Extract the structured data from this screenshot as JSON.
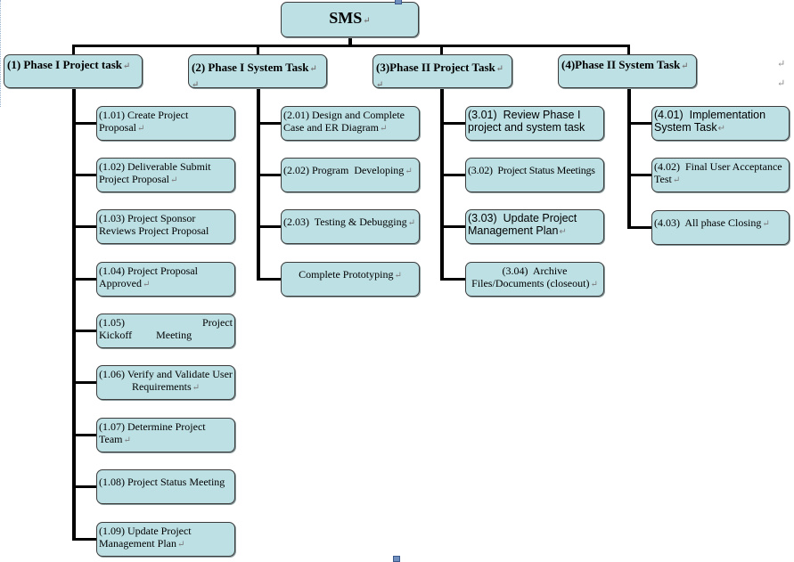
{
  "root": {
    "label": "SMS"
  },
  "phases": [
    {
      "label": "(1) Phase I Project task",
      "tasks": [
        "(1.01) Create Project Proposal",
        "(1.02) Deliverable Submit Project Proposal",
        "(1.03) Project Sponsor Reviews Project Proposal",
        "(1.04) Project Proposal Approved",
        "(1.05) Project Kickoff Meeting",
        "(1.06) Verify and Validate User Requirements",
        "(1.07) Determine Project Team",
        "(1.08) Project Status Meeting",
        "(1.09) Update Project Management Plan"
      ]
    },
    {
      "label": "(2) Phase I System Task",
      "tasks": [
        "(2.01) Design and Complete Case and ER Diagram",
        "(2.02) Program  Developing",
        "(2.03)  Testing & Debugging",
        "Complete Prototyping"
      ]
    },
    {
      "label": "(3)Phase II Project Task",
      "tasks": [
        "(3.01)  Review Phase I project and system task",
        "(3.02)  Project Status Meetings",
        "(3.03)  Update Project Management Plan",
        "(3.04)  Archive Files/Documents (closeout)"
      ]
    },
    {
      "label": "(4)Phase II System Task",
      "tasks": [
        "(4.01)  Implementation System Task",
        "(4.02)  Final User Acceptance Test",
        "(4.03)  All phase Closing"
      ]
    }
  ],
  "marks": {
    "return": "↵"
  },
  "colors": {
    "box_fill": "#bde0e4",
    "box_border": "#3c3c3c",
    "connector": "#000000"
  }
}
